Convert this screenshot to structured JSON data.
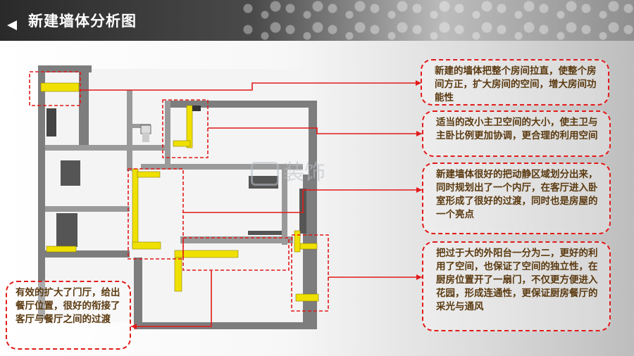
{
  "header": {
    "title": "新建墙体分析图"
  },
  "notes": [
    "新建的墙体把整个房间拉直，使整个房间方正，扩大房间的空间，增大房间功能性",
    "适当的改小主卫空间的大小，使主卫与主卧比例更加协调，更合理的利用空间",
    "新建墙体很好的把动静区域划分出来，同时规划出了一个内厅，在客厅进入卧室形成了很好的过渡，同时也是房屋的一个亮点",
    "把过于大的外阳台一分为二，更好的利用了空间，也保证了空间的独立性，在厨房位置开了一扇门，不仅更方便进入花园，形成连通性，更保证厨房餐厅的采光与通风",
    "有效的扩大了门厅，给出餐厅位置，很好的衔接了客厅与餐厅之间的过渡"
  ],
  "watermark": "装饰",
  "colors": {
    "accent": "#e21a1a",
    "new_wall": "#f0e000",
    "wall": "#7d7d7d",
    "note_text": "#5b3a10"
  }
}
